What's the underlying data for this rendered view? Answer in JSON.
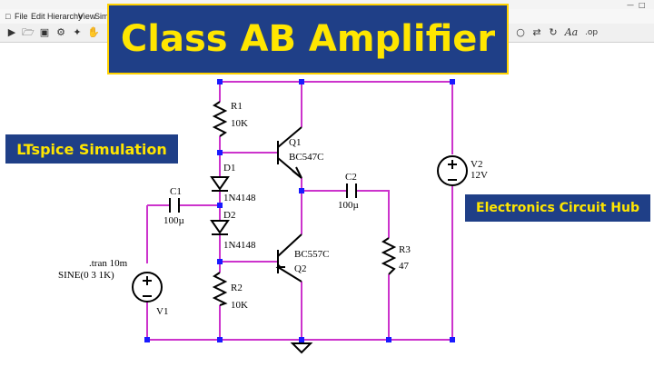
{
  "menu": {
    "file": "File",
    "edit": "Edit",
    "hierarchy": "Hierarchy",
    "view": "View",
    "simulate": "Sim"
  },
  "toolbar": {
    "font_icon": "Aa",
    "spice_directive": ".op"
  },
  "banners": {
    "title": "Class AB Amplifier",
    "left": "LTspice Simulation",
    "right": "Electronics Circuit Hub"
  },
  "components": {
    "r1": {
      "name": "R1",
      "value": "10K"
    },
    "r2": {
      "name": "R2",
      "value": "10K"
    },
    "r3": {
      "name": "R3",
      "value": "47"
    },
    "q1": {
      "name": "Q1",
      "model": "BC547C"
    },
    "q2": {
      "name": "Q2",
      "model": "BC557C"
    },
    "d1": {
      "name": "D1",
      "model": "1N4148"
    },
    "d2": {
      "name": "D2",
      "model": "1N4148"
    },
    "c1": {
      "name": "C1",
      "value": "100µ"
    },
    "c2": {
      "name": "C2",
      "value": "100µ"
    },
    "v1": {
      "name": "V1",
      "tran": ".tran 10m",
      "source": "SINE(0 3 1K)"
    },
    "v2": {
      "name": "V2",
      "value": "12V"
    }
  },
  "colors": {
    "wire": "#cc33cc",
    "node": "#1a1aff",
    "banner_bg": "#1f3f87",
    "banner_text": "#ffe600"
  }
}
